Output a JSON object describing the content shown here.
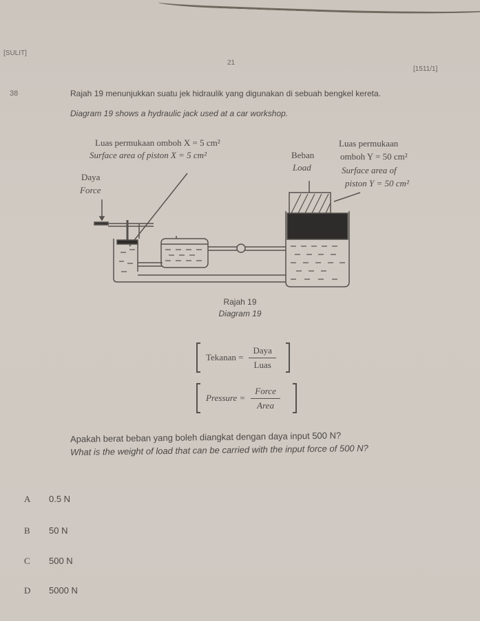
{
  "header": {
    "left": "[SULIT]",
    "page_number": "21",
    "code": "[1511/1]"
  },
  "question": {
    "number": "38",
    "text_ms": "Rajah 19 menunjukkan suatu jek hidraulik yang digunakan di sebuah bengkel kereta.",
    "text_en": "Diagram 19 shows a hydraulic jack used at a car workshop."
  },
  "diagram": {
    "label_piston_x_ms": "Luas permukaan omboh X = 5 cm²",
    "label_piston_x_en": "Surface area of piston X = 5 cm²",
    "label_force_ms": "Daya",
    "label_force_en": "Force",
    "label_load_ms": "Beban",
    "label_load_en": "Load",
    "label_piston_y_ms_1": "Luas permukaan",
    "label_piston_y_ms_2": "omboh Y = 50 cm²",
    "label_piston_y_en_1": "Surface area of",
    "label_piston_y_en_2": "piston Y = 50 cm²",
    "caption_ms": "Rajah 19",
    "caption_en": "Diagram 19"
  },
  "formula": {
    "ms": {
      "lhs": "Tekanan =",
      "num": "Daya",
      "den": "Luas"
    },
    "en": {
      "lhs": "Pressure =",
      "num": "Force",
      "den": "Area"
    }
  },
  "ask": {
    "ms": "Apakah berat beban yang boleh diangkat dengan daya input 500 N?",
    "en": "What is the weight of load that can be carried with the input force of 500 N?"
  },
  "options": [
    {
      "letter": "A",
      "value": "0.5 N"
    },
    {
      "letter": "B",
      "value": "50 N"
    },
    {
      "letter": "C",
      "value": "500 N"
    },
    {
      "letter": "D",
      "value": "5000 N"
    }
  ]
}
